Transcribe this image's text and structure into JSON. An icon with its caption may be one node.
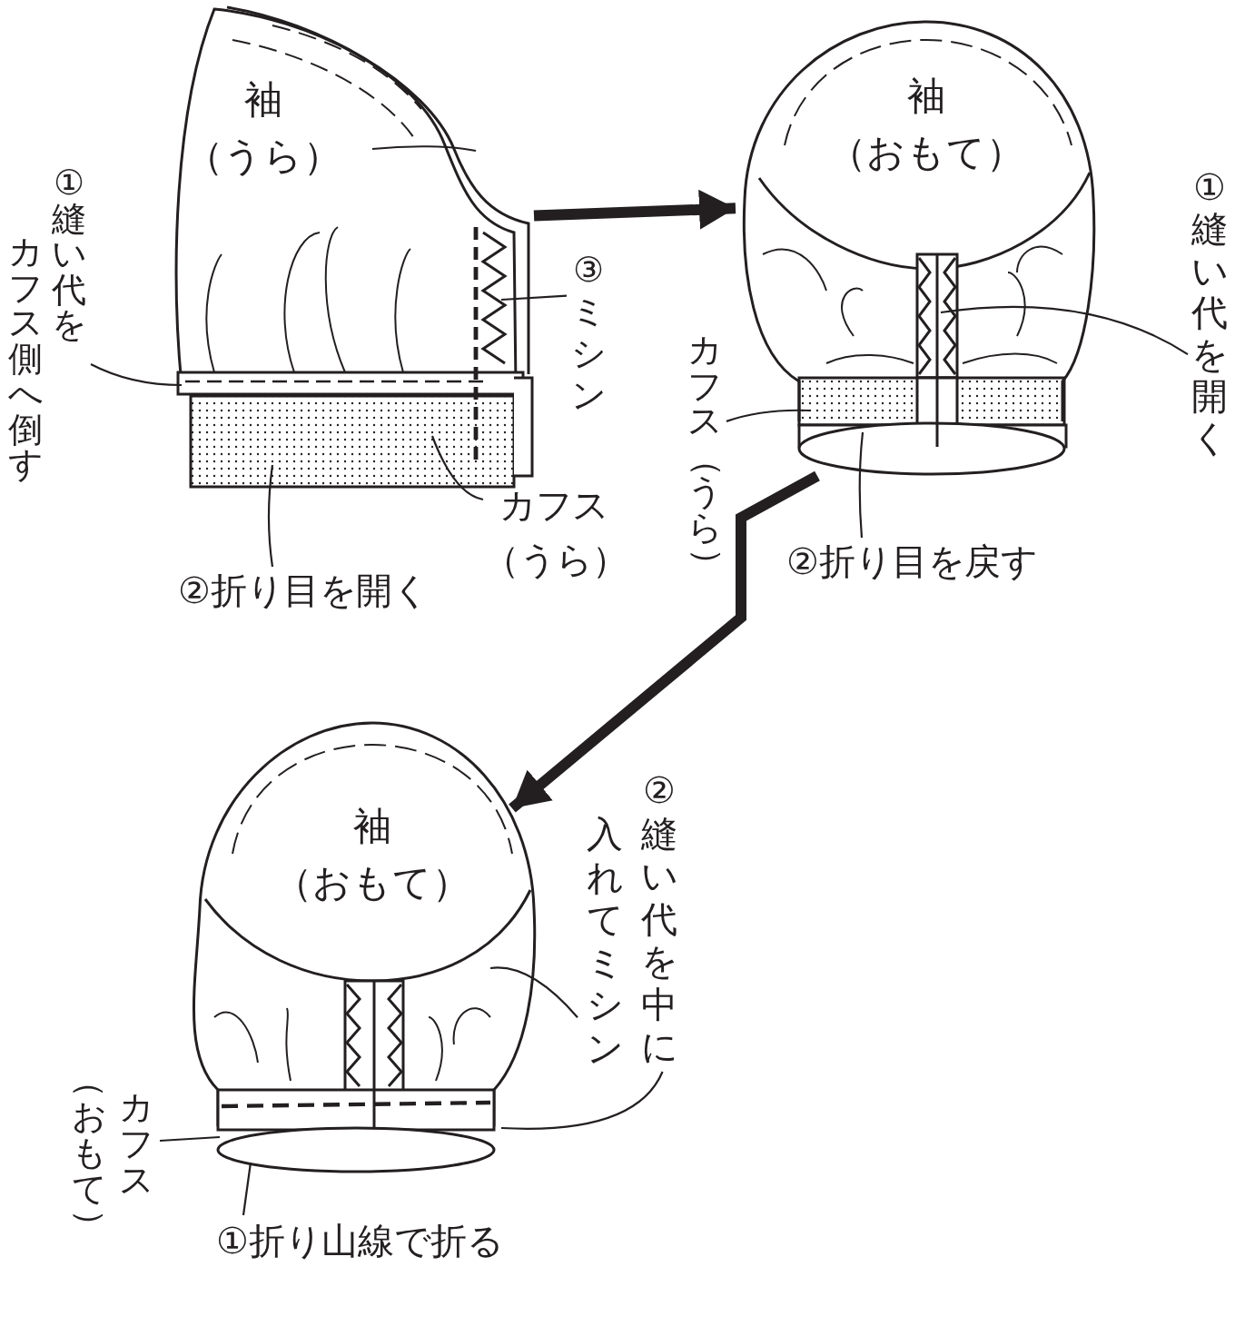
{
  "diagram": {
    "nodes": [
      {
        "text": [
          "袖（うら）"
        ]
      },
      {
        "text": [
          "①縫い代をカフス側へ倒す"
        ]
      },
      {
        "text": [
          "③ミシン"
        ]
      },
      {
        "text": [
          "②折り目を開く"
        ]
      },
      {
        "text": [
          "カフス（うら）"
        ]
      },
      {
        "text": [
          "袖（おもて）"
        ]
      },
      {
        "text": [
          "①縫い代を開く"
        ]
      },
      {
        "text": [
          "カフス（うら）"
        ]
      },
      {
        "text": [
          "②折り目を戻す"
        ]
      },
      {
        "text": [
          "袖（おもて）"
        ]
      },
      {
        "text": [
          "②縫い代を中に入れてミシン"
        ]
      },
      {
        "text": [
          "カフス（おもて）"
        ]
      },
      {
        "text": [
          "①折り山線で折る"
        ]
      }
    ],
    "edges": [
      {
        "from": 0,
        "to": 5,
        "arrow": "to",
        "style": "thick"
      },
      {
        "from": 5,
        "to": 9,
        "arrow": "to",
        "style": "thick"
      },
      {
        "from": 1,
        "to": 0,
        "arrow": "none"
      },
      {
        "from": 2,
        "to": 0,
        "arrow": "none"
      },
      {
        "from": 3,
        "to": 0,
        "arrow": "none"
      },
      {
        "from": 4,
        "to": 0,
        "arrow": "none"
      },
      {
        "from": 6,
        "to": 5,
        "arrow": "none"
      },
      {
        "from": 7,
        "to": 5,
        "arrow": "none"
      },
      {
        "from": 8,
        "to": 5,
        "arrow": "none"
      },
      {
        "from": 10,
        "to": 9,
        "arrow": "none"
      },
      {
        "from": 10,
        "to": 9,
        "arrow": "none"
      },
      {
        "from": 11,
        "to": 9,
        "arrow": "none"
      },
      {
        "from": 12,
        "to": 9,
        "arrow": "none"
      }
    ]
  }
}
